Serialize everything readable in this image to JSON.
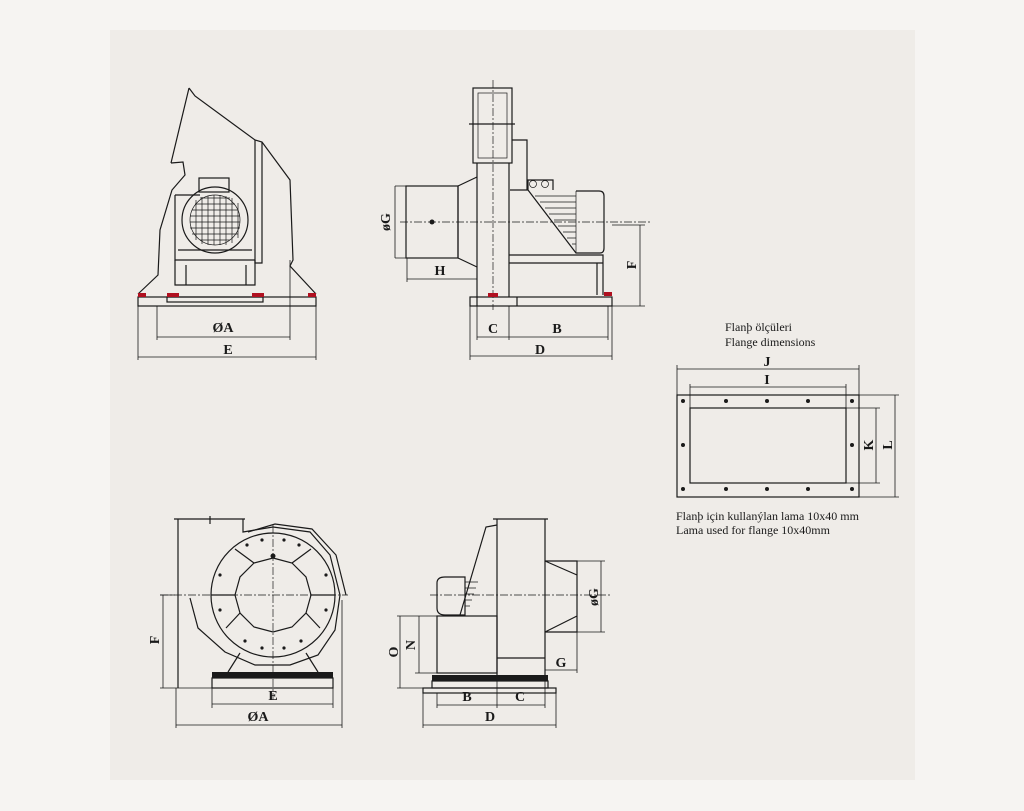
{
  "colors": {
    "panel": "#efece8",
    "line": "#1a1a1a",
    "arrow": "#b01020"
  },
  "top_front_view": {
    "dim_a": "ØA",
    "dim_e": "E"
  },
  "top_side_view": {
    "dim_g": "øG",
    "dim_h": "H",
    "dim_f": "F",
    "dim_c": "C",
    "dim_b": "B",
    "dim_d": "D"
  },
  "flange": {
    "title_tr": "Flanþ ölçüleri",
    "title_en": "Flange dimensions",
    "dim_j": "J",
    "dim_i": "I",
    "dim_k": "K",
    "dim_l": "L",
    "note_tr": "Flanþ için kullanýlan lama 10x40 mm",
    "note_en": "Lama used for flange 10x40mm"
  },
  "bottom_front_view": {
    "dim_f": "F",
    "dim_e": "E",
    "dim_a": "ØA"
  },
  "bottom_side_view": {
    "dim_g_dia": "øG",
    "dim_o": "O",
    "dim_n": "N",
    "dim_g": "G",
    "dim_b": "B",
    "dim_c": "C",
    "dim_d": "D"
  }
}
